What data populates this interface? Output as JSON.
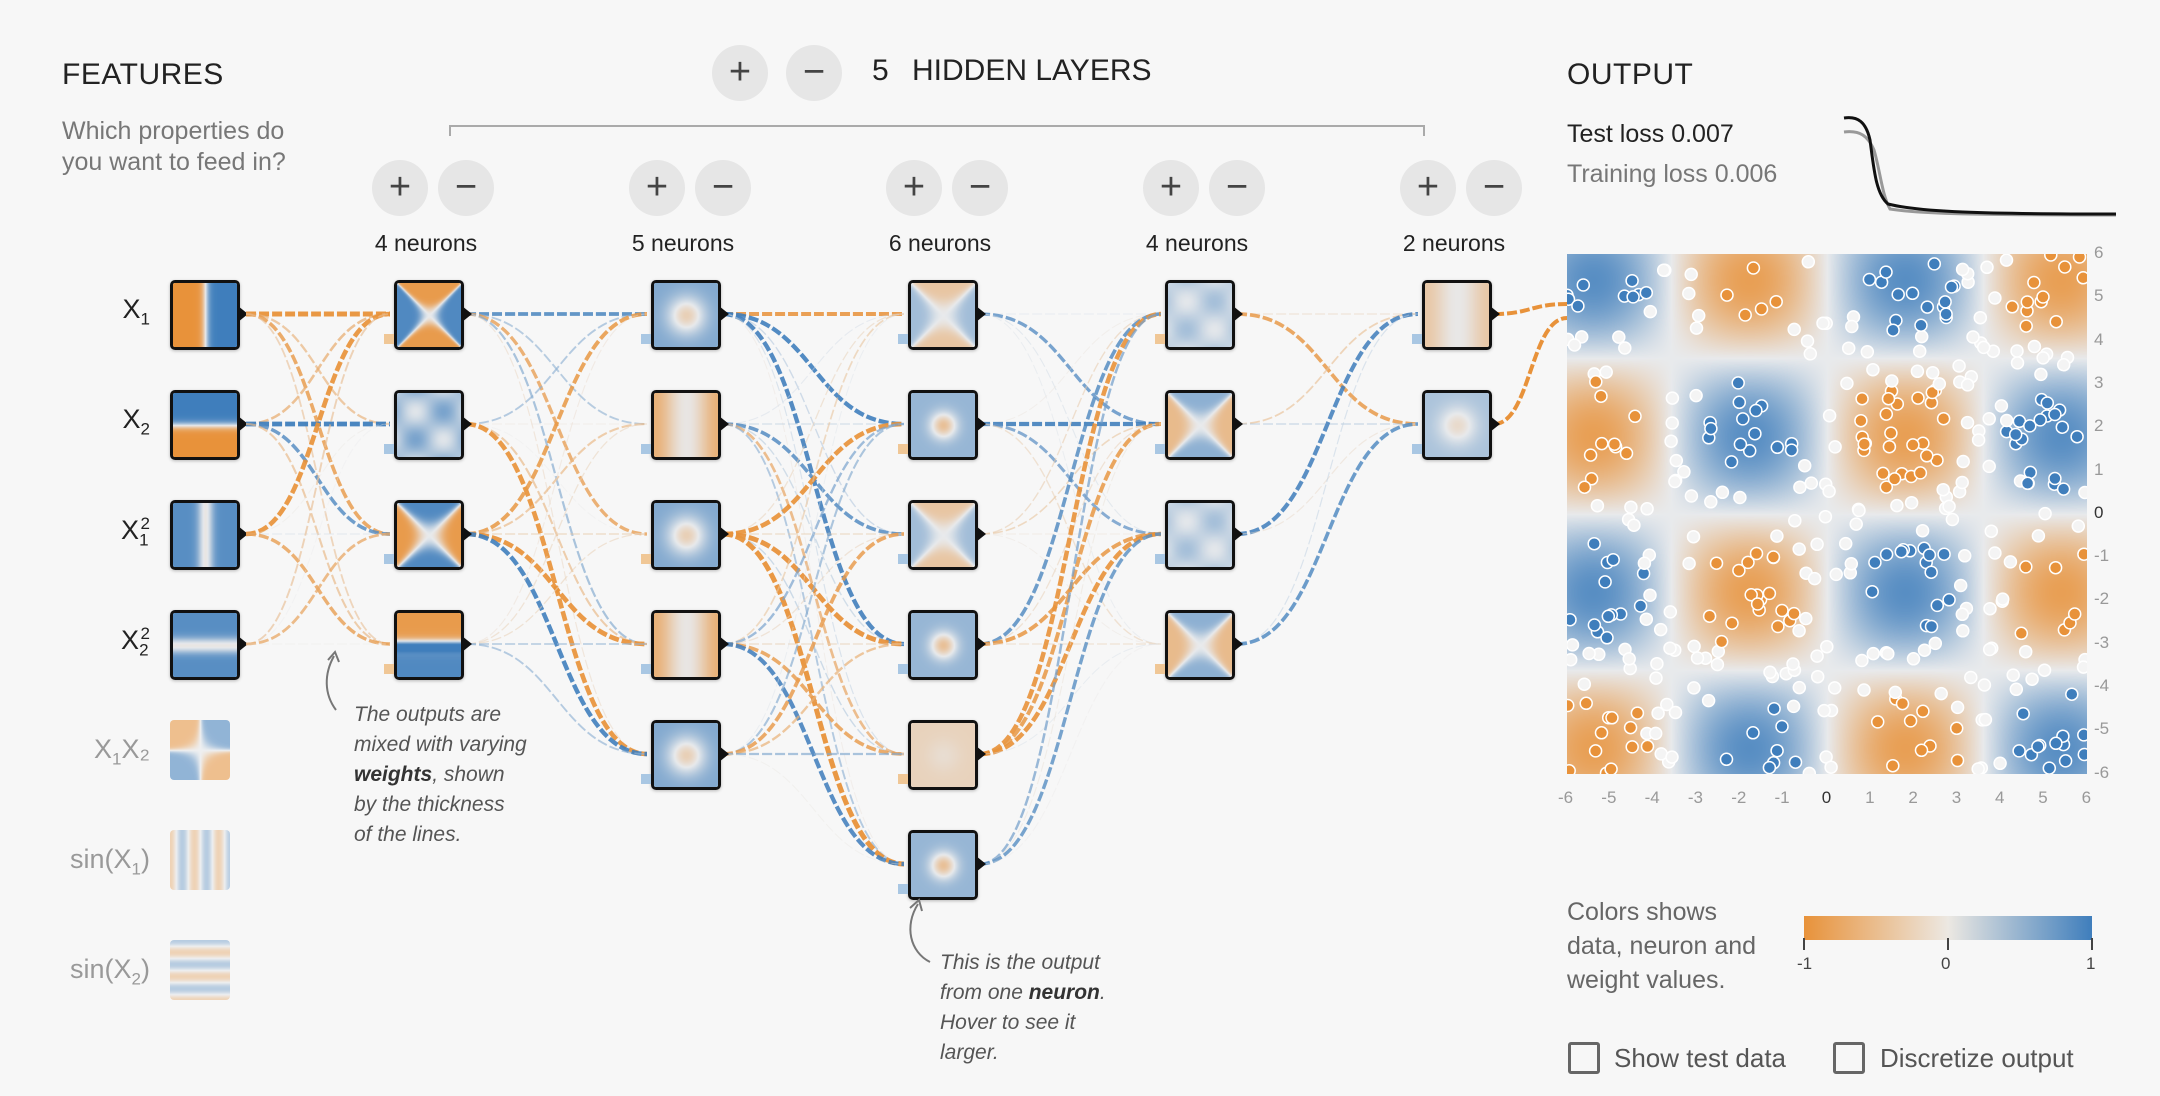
{
  "features": {
    "title": "FEATURES",
    "subtitle_line1": "Which properties do",
    "subtitle_line2": "you want to feed in?",
    "items": [
      {
        "base": "X",
        "sub": "1",
        "sup": "",
        "suffix": "",
        "active": true
      },
      {
        "base": "X",
        "sub": "2",
        "sup": "",
        "suffix": "",
        "active": true
      },
      {
        "base": "X",
        "sub": "1",
        "sup": "2",
        "suffix": "",
        "active": true
      },
      {
        "base": "X",
        "sub": "2",
        "sup": "2",
        "suffix": "",
        "active": true
      },
      {
        "base": "X",
        "sub": "1",
        "sup": "",
        "suffix": "X₂",
        "active": false
      },
      {
        "base": "sin(X",
        "sub": "1",
        "sup": "",
        "suffix": ")",
        "active": false
      },
      {
        "base": "sin(X",
        "sub": "2",
        "sup": "",
        "suffix": ")",
        "active": false
      }
    ]
  },
  "hidden_layers": {
    "count": "5",
    "label": "HIDDEN LAYERS",
    "add_symbol": "+",
    "remove_symbol": "−",
    "layers": [
      {
        "neurons_label": "4 neurons",
        "neurons": 4
      },
      {
        "neurons_label": "5 neurons",
        "neurons": 5
      },
      {
        "neurons_label": "6 neurons",
        "neurons": 6
      },
      {
        "neurons_label": "4 neurons",
        "neurons": 4
      },
      {
        "neurons_label": "2 neurons",
        "neurons": 2
      }
    ]
  },
  "notes": {
    "weights": {
      "l1": "The outputs are",
      "l2": "mixed with varying",
      "l3_bold": "weights",
      "l3_rest": ", shown",
      "l4": "by the thickness",
      "l5": "of the lines."
    },
    "neuron": {
      "l1": "This is the output",
      "l2_pre": "from one ",
      "l2_bold": "neuron",
      "l2_post": ".",
      "l3": "Hover to see it",
      "l4": "larger."
    }
  },
  "output": {
    "title": "OUTPUT",
    "test_loss_label": "Test loss 0.007",
    "training_loss_label": "Training loss 0.006",
    "y_ticks": [
      "6",
      "5",
      "4",
      "3",
      "2",
      "1",
      "0",
      "-1",
      "-2",
      "-3",
      "-4",
      "-5",
      "-6"
    ],
    "x_ticks": [
      "-6",
      "-5",
      "-4",
      "-3",
      "-2",
      "-1",
      "0",
      "1",
      "2",
      "3",
      "4",
      "5",
      "6"
    ],
    "legend_l1": "Colors shows",
    "legend_l2": "data, neuron and",
    "legend_l3": "weight values.",
    "legend_min": "-1",
    "legend_mid": "0",
    "legend_max": "1",
    "show_test_data": "Show test data",
    "discretize_output": "Discretize output"
  },
  "colors": {
    "orange": "#e8923a",
    "blue": "#3f7ebc",
    "light": "#e8eaec"
  }
}
